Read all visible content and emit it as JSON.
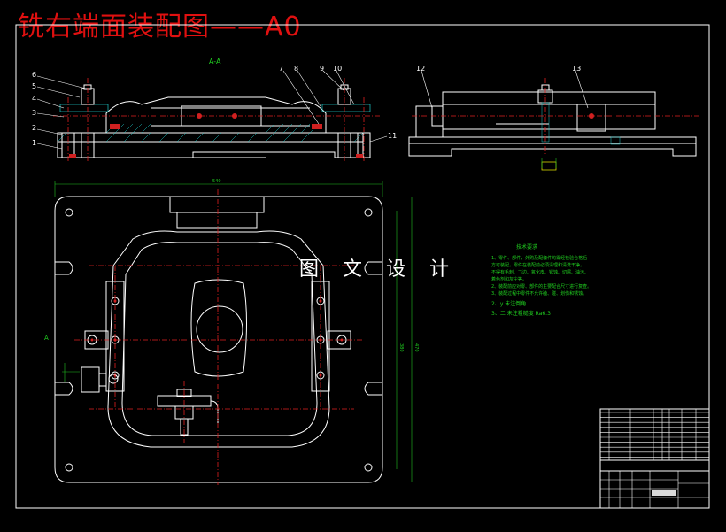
{
  "drawing_title": "铣右端面装配图——A0",
  "watermark_text": "图 文 设 计",
  "section_label": "A-A",
  "dim_width": "540",
  "dim_height_1": "380",
  "dim_height_2": "470",
  "side_label_a": "A",
  "part_callouts": [
    "1",
    "2",
    "3",
    "4",
    "5",
    "6",
    "7",
    "8",
    "9",
    "10",
    "11",
    "12",
    "13"
  ],
  "tech_req_title": "技术要求",
  "tech_req_lines": [
    "1、零件、部件，外购及配套件均需经检验合格后",
    "方可装配，零件在装配前必须清理和清洗干净，",
    "不得有毛刺、飞边、氧化皮、锈蚀、切屑、油污、",
    "着色剂和灰尘等。",
    "2、装配前应对零、部件的主要配合尺寸进行复查。",
    "3、装配过程中零件不允许磕、碰、划伤和锈蚀。",
    "2、y  未注倒角",
    "3、二  未注粗糙度 Ra6.3"
  ],
  "colors": {
    "title": "#e01010",
    "outline": "#ffffff",
    "centerline": "#e02020",
    "hatch": "#1ec9c9",
    "annotation": "#20c020",
    "dimension_accent": "#d8d800"
  }
}
